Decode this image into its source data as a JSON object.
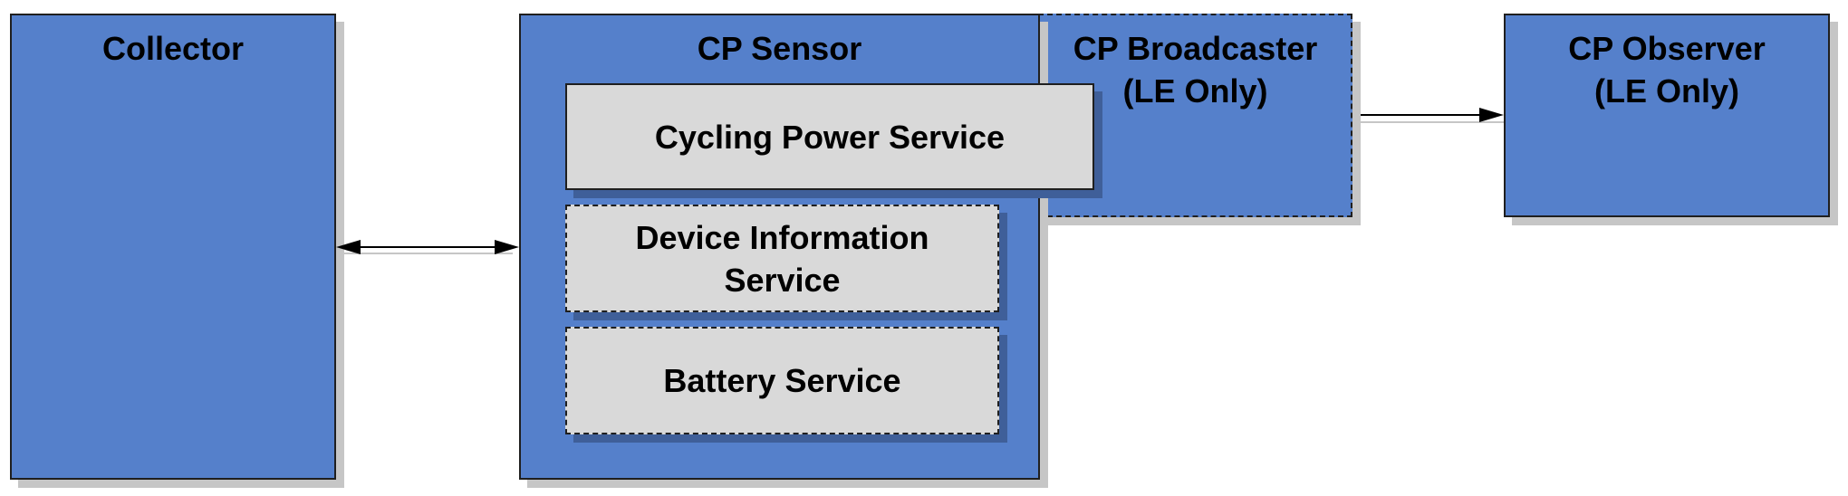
{
  "diagram": {
    "collector": {
      "label": "Collector"
    },
    "cp_sensor": {
      "label": "CP Sensor"
    },
    "cp_broadcaster": {
      "label": "CP Broadcaster\n(LE Only)"
    },
    "cp_observer": {
      "label": "CP Observer\n(LE Only)"
    },
    "services": {
      "cycling_power": "Cycling Power Service",
      "device_information": "Device Information\nService",
      "battery": "Battery Service"
    }
  },
  "colors": {
    "role_box": "#5580cb",
    "service_box": "#d9d9d9",
    "shadow": "#c6c6c6",
    "border": "#1f1f1f"
  }
}
